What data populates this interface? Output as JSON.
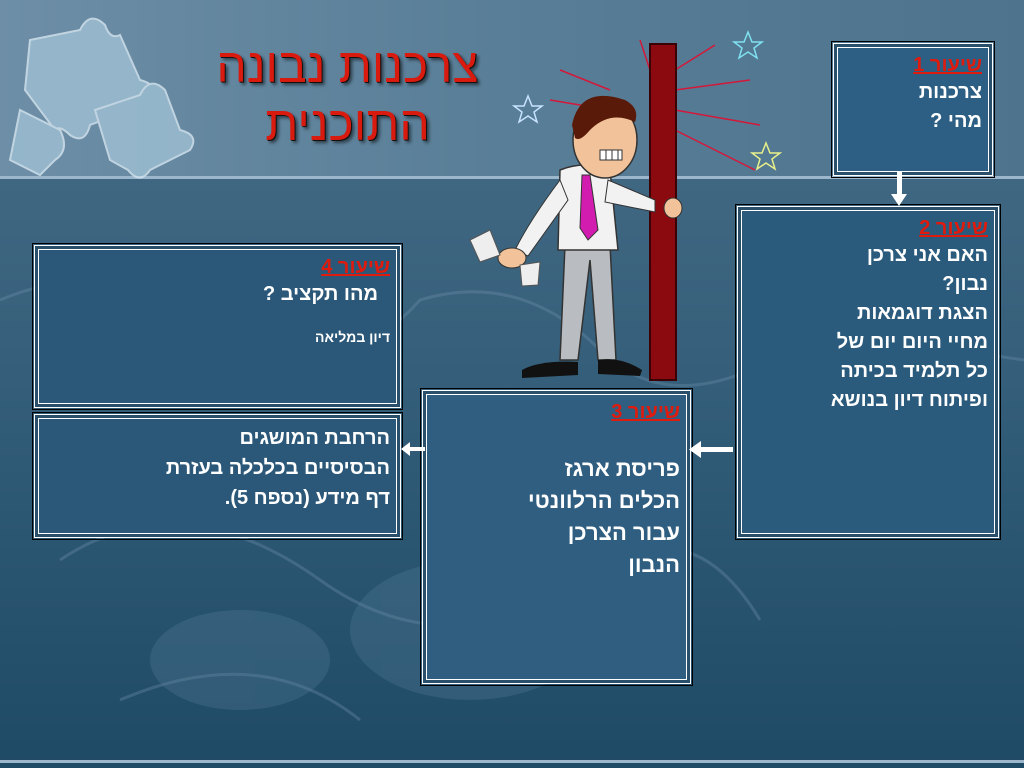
{
  "title": "צרכנות נבונה התוכנית",
  "lesson1": {
    "heading": "שיעור 1",
    "line1": "צרכנות",
    "line2": "מהי ?"
  },
  "lesson2": {
    "heading": "שיעור 2",
    "lines": [
      "האם אני צרכן",
      "נבון?",
      "הצגת דוגמאות",
      "מחיי היום יום של",
      "כל תלמיד בכיתה",
      "ופיתוח דיון בנושא"
    ]
  },
  "lesson3": {
    "heading": "שיעור 3",
    "lines": [
      "פריסת ארגז",
      "הכלים הרלוונטי",
      "עבור הצרכן",
      "הנבון"
    ]
  },
  "lesson4": {
    "heading": "שיעור 4",
    "line1": "מהו תקציב ?",
    "note": "דיון במליאה"
  },
  "lesson5": {
    "lines": [
      "הרחבת המושגים",
      "הבסיסיים בכלכלה בעזרת",
      "דף מידע (נספח 5)."
    ]
  },
  "colors": {
    "accent": "#e01a0c",
    "title": "#d91a0e",
    "background": "#2f5a76"
  }
}
